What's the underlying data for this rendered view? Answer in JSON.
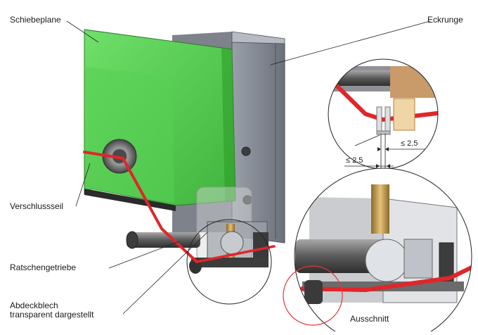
{
  "labels": {
    "schiebeplane": "Schiebeplane",
    "eckrunge": "Eckrunge",
    "verschlussseil": "Verschlussseil",
    "ratschengetriebe": "Ratschengetriebe",
    "abdeckblech_line1": "Abdeckblech",
    "abdeckblech_line2": "transparent dargestellt",
    "ausschnitt": "Ausschnitt"
  },
  "dimensions": {
    "upper": "≤ 2.5",
    "lower": "≤ 2.5"
  },
  "colors": {
    "tarp_green": "#5fd35a",
    "post_gray": "#8a8e97",
    "rope_red": "#e0262a",
    "callout_red_circle": "#e5333a",
    "brass": "#c9a15a"
  }
}
